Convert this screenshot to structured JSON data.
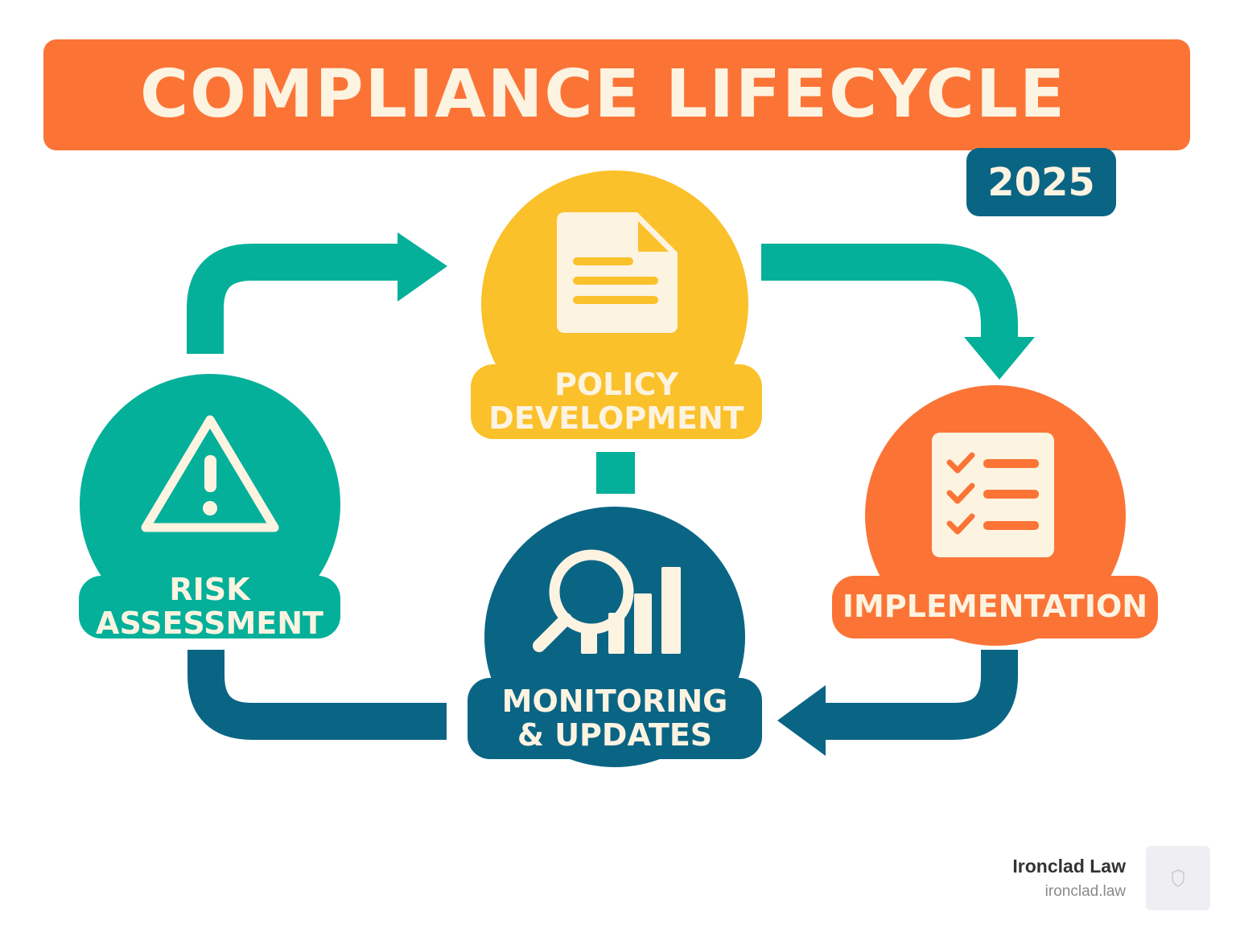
{
  "header": {
    "title": "COMPLIANCE LIFECYCLE",
    "year": "2025"
  },
  "stages": {
    "policy": {
      "label": "POLICY\nDEVELOPMENT",
      "icon": "document-icon",
      "color": "#fbc12b"
    },
    "risk": {
      "label": "RISK\nASSESSMENT",
      "icon": "warning-icon",
      "color": "#04b09a"
    },
    "implementation": {
      "label": "IMPLEMENTATION",
      "icon": "checklist-icon",
      "color": "#fb7436"
    },
    "monitoring": {
      "label": "MONITORING\n& UPDATES",
      "icon": "magnifier-chart-icon",
      "color": "#0a6585"
    }
  },
  "colors": {
    "teal": "#04b09a",
    "orange": "#fb7436",
    "yellow": "#fbc12b",
    "blue": "#0a6585",
    "cream": "#fdf3e1"
  },
  "footer": {
    "brand_name": "Ironclad Law",
    "brand_url": "ironclad.law"
  }
}
